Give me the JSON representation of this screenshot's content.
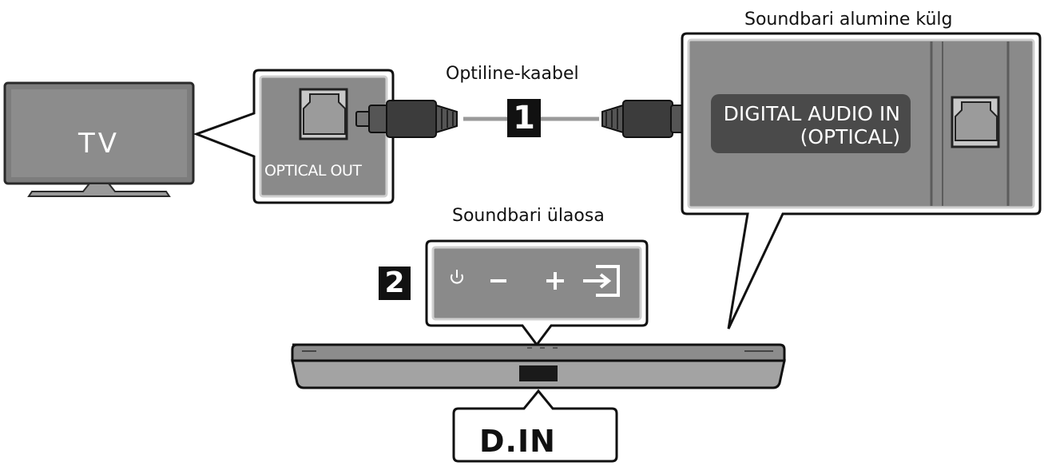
{
  "labels": {
    "soundbar_bottom_side": "Soundbari alumine külg",
    "optical_cable": "Optiline-kaabel",
    "soundbar_top": "Soundbari ülaosa",
    "tv": "TV",
    "optical_out": "OPTICAL OUT",
    "digital_audio_in_line1": "DIGITAL AUDIO IN",
    "digital_audio_in_line2": "(OPTICAL)",
    "step_1": "1",
    "step_2": "2",
    "display_text": "D.IN"
  },
  "control_panel": {
    "buttons": [
      "power-icon",
      "minus-icon",
      "plus-icon",
      "source-input-icon"
    ]
  },
  "colors": {
    "panel_gray": "#8a8a8a",
    "dark_gray": "#444444",
    "outline": "#111111",
    "callout_fill": "#dcdcdc"
  }
}
